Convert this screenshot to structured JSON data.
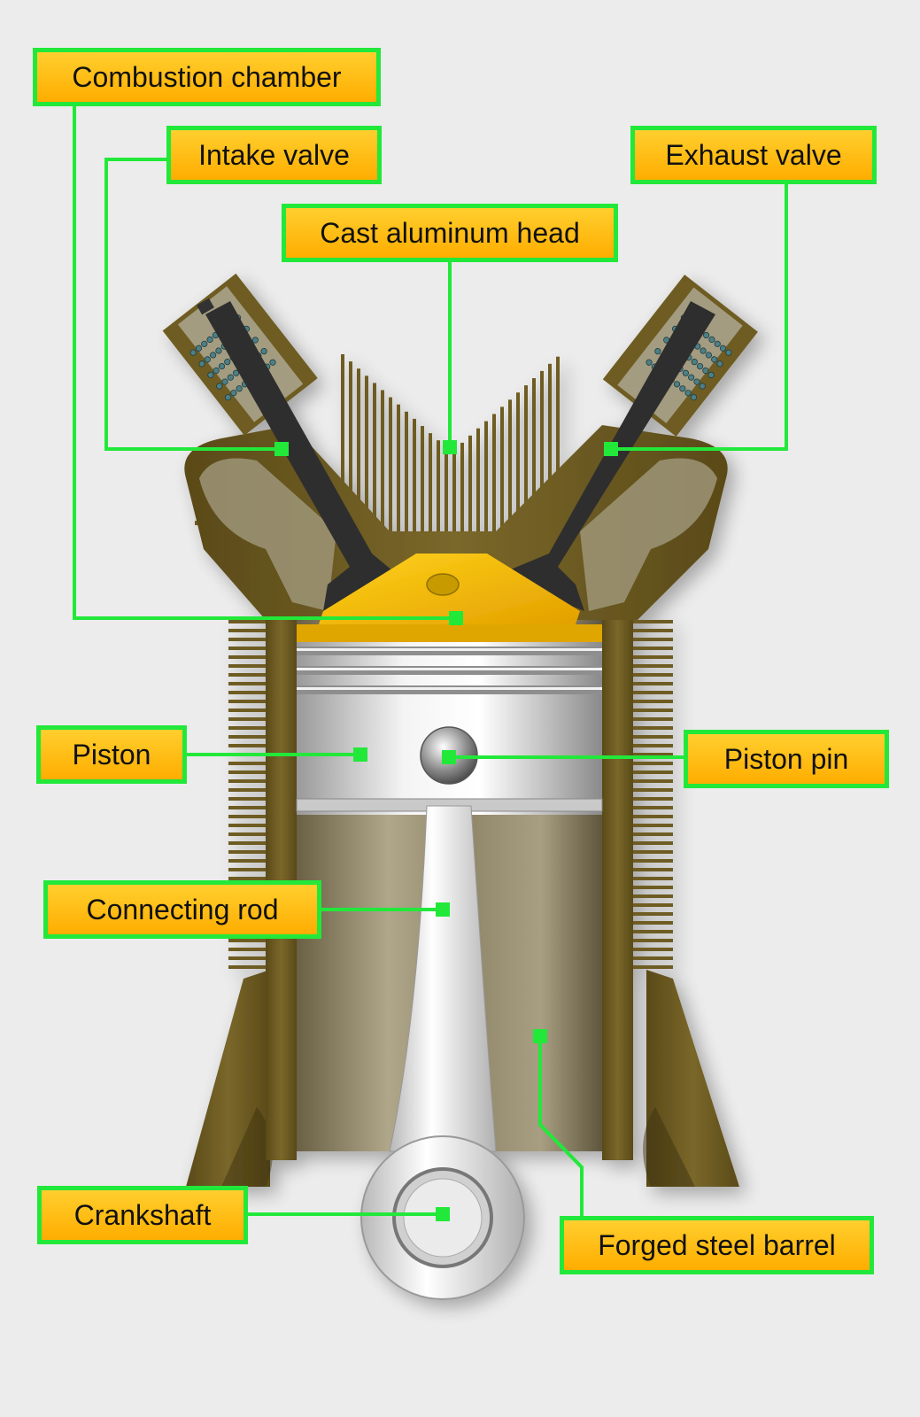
{
  "labels": {
    "combustion_chamber": "Combustion chamber",
    "intake_valve": "Intake valve",
    "exhaust_valve": "Exhaust valve",
    "cast_aluminum_head": "Cast aluminum head",
    "piston": "Piston",
    "piston_pin": "Piston pin",
    "connecting_rod": "Connecting rod",
    "crankshaft": "Crankshaft",
    "forged_steel_barrel": "Forged steel barrel"
  },
  "colors": {
    "background": "#ececec",
    "label_fill": "#ffb300",
    "callout_green": "#22e83a",
    "cylinder_body": "#6e5c22",
    "barrel": "#9c9279",
    "piston_crown": "#f5b800",
    "piston_silver": "#d8d8d8",
    "valve_stem": "#2e2e2e"
  }
}
